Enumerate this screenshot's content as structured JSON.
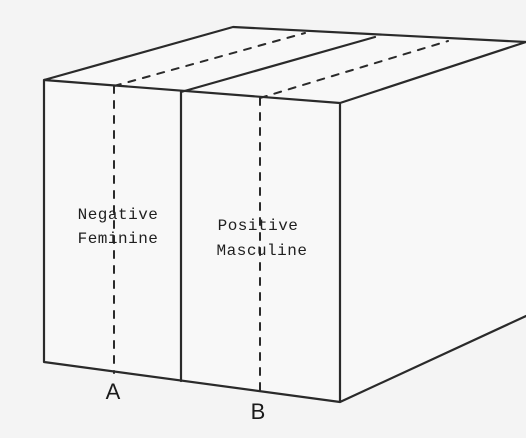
{
  "diagram": {
    "left_section": {
      "line1": "Negative",
      "line2": "Feminine",
      "marker": "A"
    },
    "right_section": {
      "line1": "Positive",
      "line2": "Masculine",
      "marker": "B"
    }
  }
}
